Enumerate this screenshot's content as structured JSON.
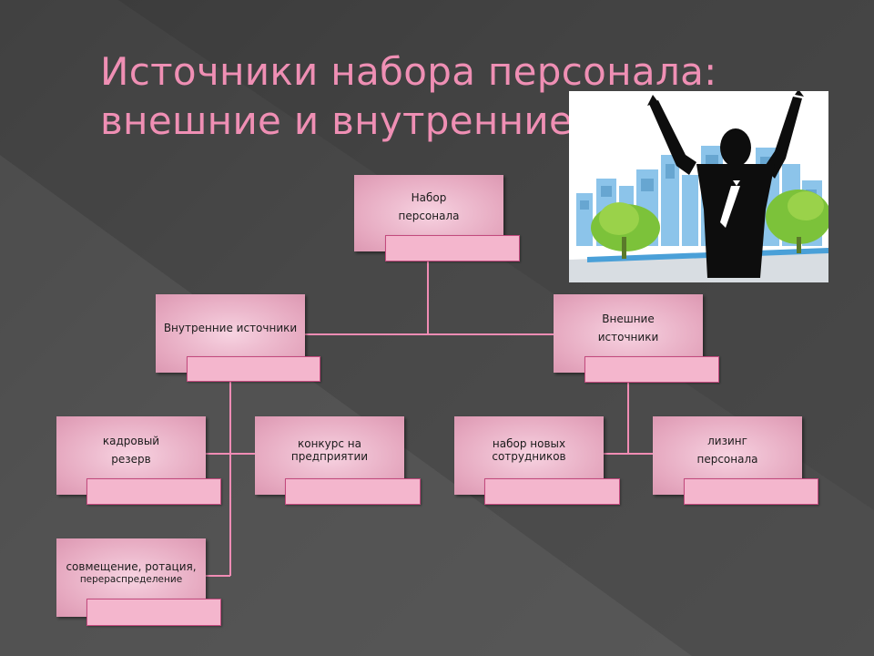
{
  "slide": {
    "title_line1": "Источники набора персонала:",
    "title_line2": "внешние и внутренние"
  },
  "org_chart": {
    "root": {
      "line1": "Набор",
      "line2": "персонала"
    },
    "internal": {
      "label": "Внутренние источники"
    },
    "external": {
      "line1": "Внешние",
      "line2": "источники"
    },
    "reserve": {
      "line1": "кадровый",
      "line2": "резерв"
    },
    "competition": {
      "line1": "конкурс на",
      "line2": "предприятии"
    },
    "new_hires": {
      "line1": "набор новых",
      "line2": "сотрудников"
    },
    "leasing": {
      "line1": "лизинг",
      "line2": "персонала"
    },
    "rotation": {
      "line1": "совмещение, ротация,",
      "line2": "перераспределение"
    }
  },
  "colors": {
    "title": "#ef8fb4",
    "connector": "#f08cb4",
    "node_fill": "#eebdd0",
    "tab_fill": "#f4b6cd"
  },
  "illustration": {
    "icon": "celebrating-man-city-icon"
  }
}
